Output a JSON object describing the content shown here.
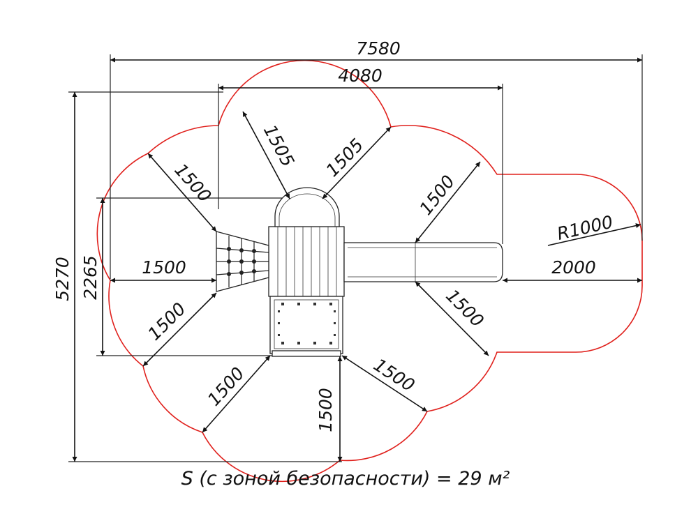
{
  "drawing": {
    "dimensions": {
      "overall_width": "7580",
      "structure_width": "4080",
      "overall_height": "5270",
      "structure_height": "2265",
      "radius_climber_top": "1505",
      "radius_tower_top": "1505",
      "radius_upper_left": "1500",
      "radius_left": "1500",
      "radius_lower_left": "1500",
      "radius_bottom_left": "1500",
      "radius_bottom": "1500",
      "radius_bottom_right": "1500",
      "radius_slide_upper": "1500",
      "radius_slide_lower": "1500",
      "slide_corner_radius": "R1000",
      "slide_exit_zone": "2000"
    },
    "caption": "S (с зоной безопасности) = 29 м²"
  },
  "colors": {
    "safety_zone": "#e0201c",
    "lines": "#111111"
  }
}
